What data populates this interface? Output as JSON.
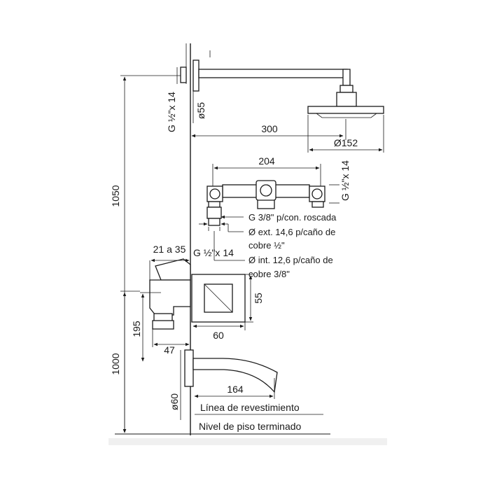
{
  "dimensions": {
    "total_height_shower": "1050",
    "total_height_spout": "1000",
    "shower_inlet_thread": "G ½\"x 14",
    "flange_diameter": "ø55",
    "arm_length": "300",
    "head_diameter": "Ø152",
    "valve_spacing": "204",
    "valve_side_thread": "G ½\"x 14",
    "wall_depth": "21 a 35",
    "mixer_thread": "G ½\"x 14",
    "plate_height": "55",
    "plate_width": "60",
    "mixer_height": "195",
    "mixer_offset": "47",
    "spout_length": "164",
    "spout_flange_diameter": "ø60"
  },
  "notes": {
    "connection": "G 3/8\" p/con. roscada",
    "ext_line1": "Ø ext. 14,6 p/caño de",
    "ext_line2": "cobre ½\"",
    "int_line1": "Ø int. 12,6 p/caño de",
    "int_line2": "cobre 3/8\""
  },
  "labels": {
    "coating_line": "Línea de revestimiento",
    "floor_level": "Nivel de piso terminado"
  }
}
